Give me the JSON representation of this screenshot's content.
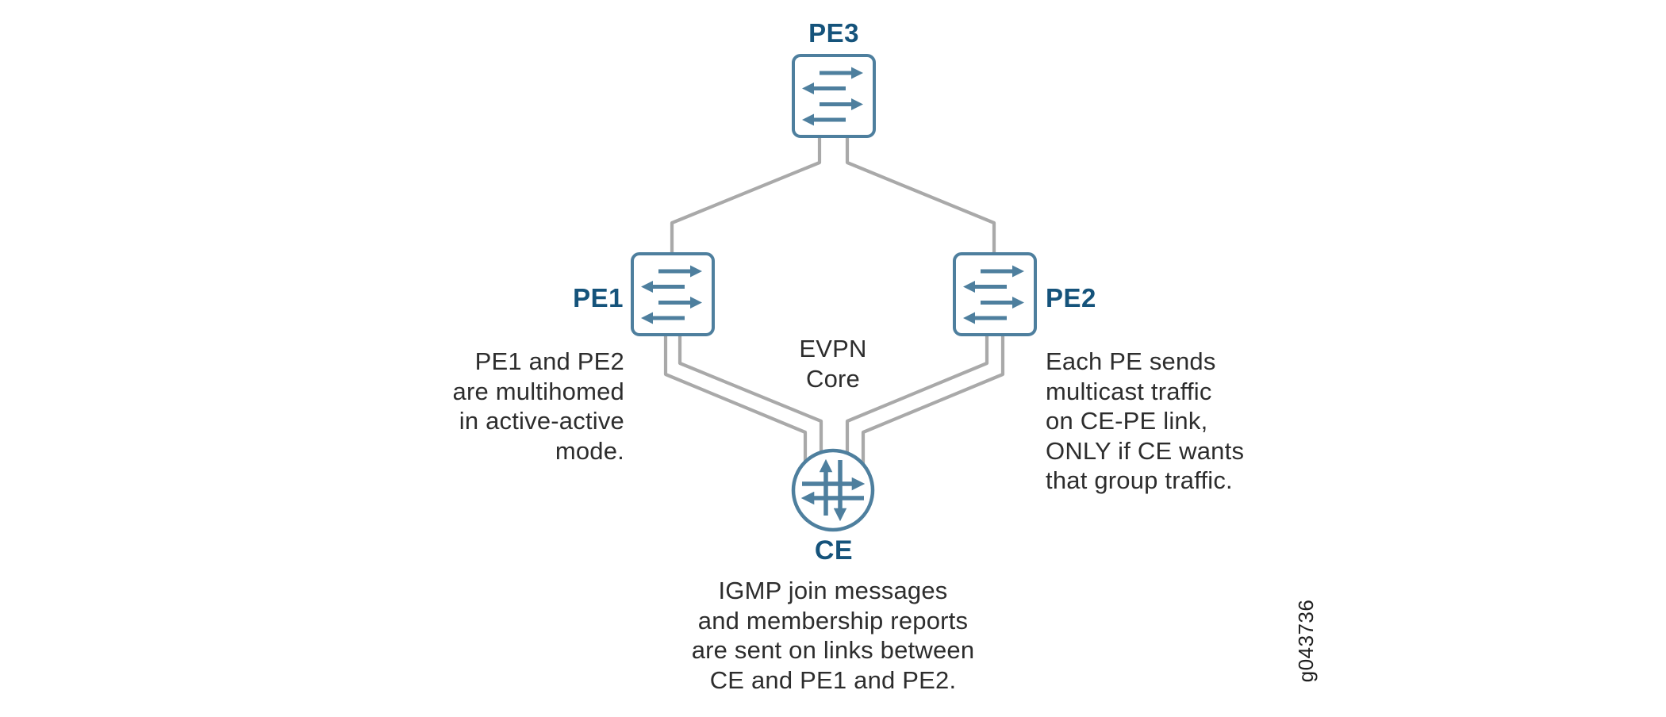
{
  "figure": {
    "background_color": "#ffffff",
    "colors": {
      "node_stroke": "#4e7f9e",
      "node_arrow": "#4e7f9e",
      "node_label_text": "#15537b",
      "link_line": "#a9a9a9",
      "annotation_text": "#2d2d2d"
    },
    "nodes": {
      "pe3": {
        "label": "PE3",
        "icon": "switch-icon"
      },
      "pe1": {
        "label": "PE1",
        "icon": "switch-icon"
      },
      "pe2": {
        "label": "PE2",
        "icon": "switch-icon"
      },
      "ce": {
        "label": "CE",
        "icon": "router-icon"
      }
    },
    "core_label": {
      "lines": [
        "EVPN",
        "Core"
      ]
    },
    "annotations": {
      "left": {
        "lines": [
          "PE1 and PE2",
          "are multihomed",
          "in active-active",
          "mode."
        ]
      },
      "right": {
        "lines": [
          "Each PE sends",
          "multicast traffic",
          "on CE-PE link,",
          "ONLY if CE wants",
          "that group traffic."
        ]
      },
      "bottom": {
        "lines": [
          "IGMP join messages",
          "and membership reports",
          "are sent on links between",
          "CE and PE1 and PE2."
        ]
      }
    },
    "figure_id": "g043736"
  }
}
